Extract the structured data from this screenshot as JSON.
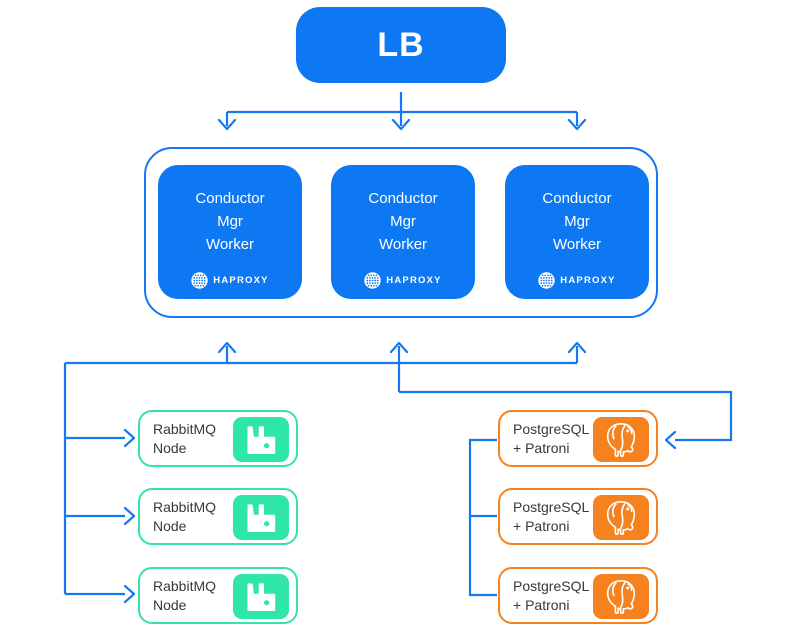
{
  "lb": {
    "label": "LB"
  },
  "conductor_cluster": {
    "nodes": [
      {
        "lines": [
          "Conductor",
          "Mgr",
          "Worker"
        ],
        "logo_text": "HAPROXY"
      },
      {
        "lines": [
          "Conductor",
          "Mgr",
          "Worker"
        ],
        "logo_text": "HAPROXY"
      },
      {
        "lines": [
          "Conductor",
          "Mgr",
          "Worker"
        ],
        "logo_text": "HAPROXY"
      }
    ]
  },
  "rabbitmq_nodes": [
    {
      "name": "RabbitMQ",
      "role": "Node"
    },
    {
      "name": "RabbitMQ",
      "role": "Node"
    },
    {
      "name": "RabbitMQ",
      "role": "Node"
    }
  ],
  "postgres_nodes": [
    {
      "name": "PostgreSQL",
      "role": "+ Patroni"
    },
    {
      "name": "PostgreSQL",
      "role": "+ Patroni"
    },
    {
      "name": "PostgreSQL",
      "role": "+ Patroni"
    }
  ],
  "icons": {
    "haproxy": "haproxy-sphere-icon",
    "rabbitmq": "rabbitmq-rabbit-icon",
    "postgresql": "postgresql-elephant-icon"
  },
  "colors": {
    "primary_blue": "#0d78f2",
    "line_blue": "#1677f3",
    "mint_green": "#2ee6a9",
    "mint_border": "#35e2ae",
    "orange": "#f5821f",
    "text_dark": "#383838"
  }
}
